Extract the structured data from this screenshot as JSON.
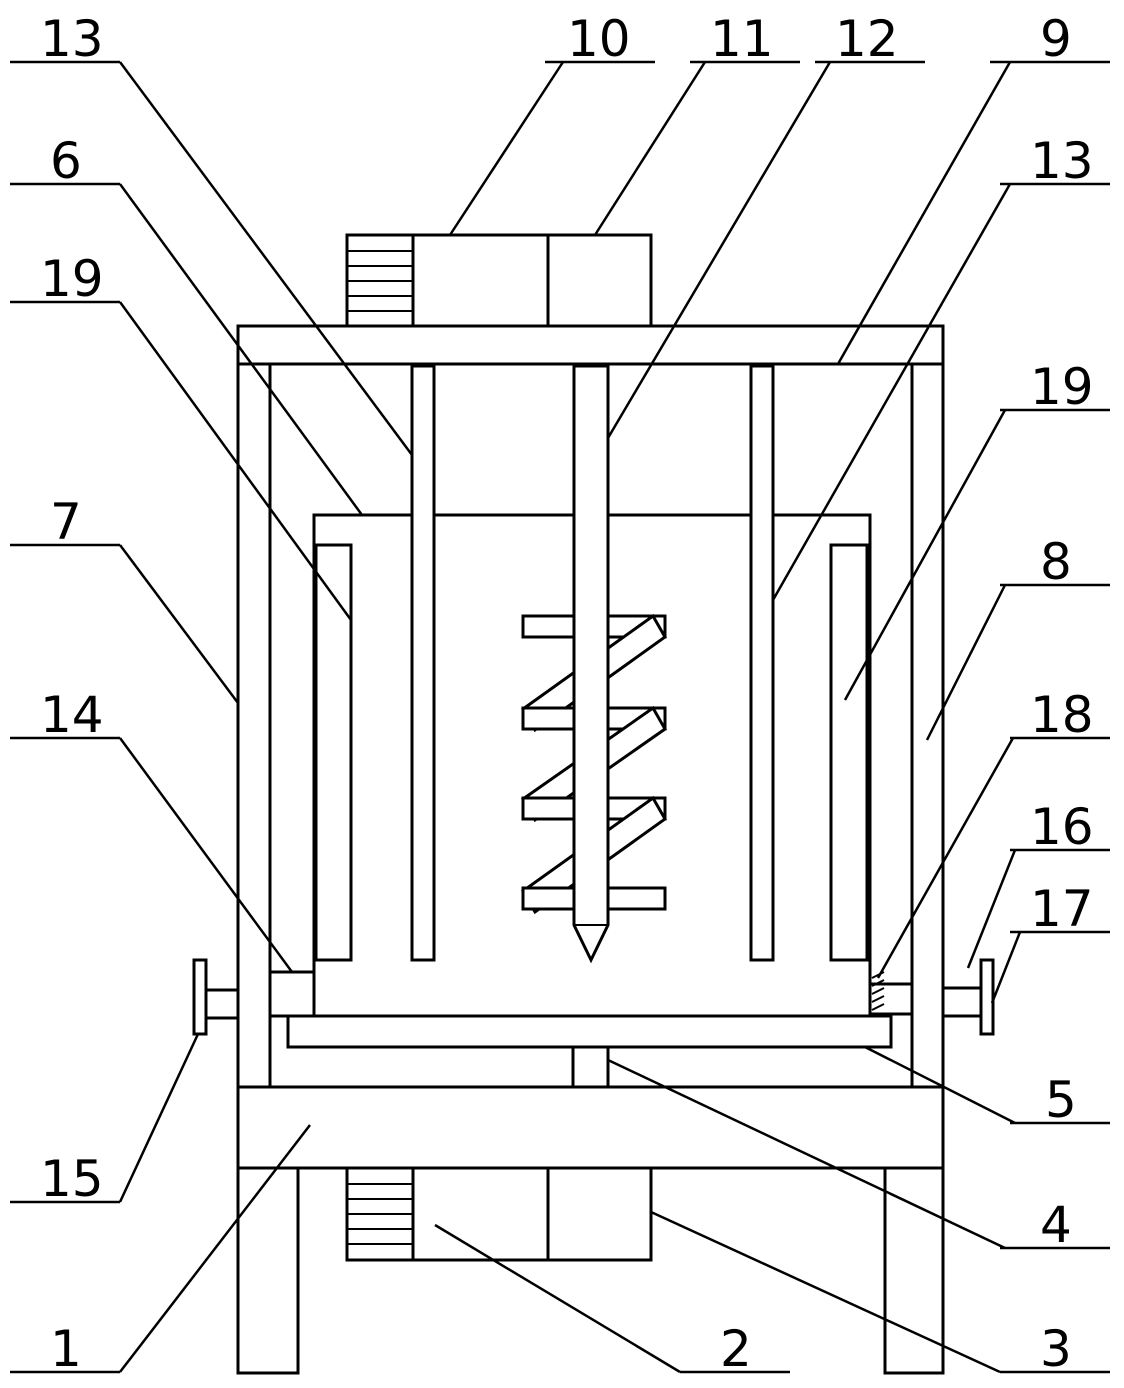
{
  "labels": {
    "top": [
      "13",
      "10",
      "11",
      "12",
      "9"
    ],
    "left": [
      "6",
      "19",
      "7",
      "14",
      "15",
      "1"
    ],
    "right": [
      "13",
      "19",
      "8",
      "18",
      "16",
      "17",
      "5",
      "4",
      "3"
    ],
    "bottom": [
      "2"
    ]
  }
}
